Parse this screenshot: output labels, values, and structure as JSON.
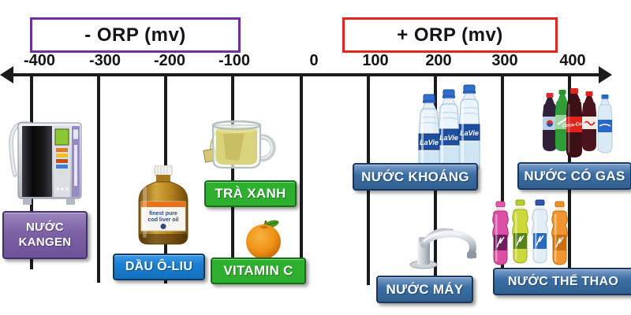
{
  "header": {
    "negative_label": "- ORP (mv)",
    "positive_label": "+ ORP (mv)"
  },
  "axis": {
    "ticks": [
      {
        "label": "-400"
      },
      {
        "label": "-300"
      },
      {
        "label": "-200"
      },
      {
        "label": "-100"
      },
      {
        "label": "0"
      },
      {
        "label": "100"
      },
      {
        "label": "200"
      },
      {
        "label": "300"
      },
      {
        "label": "400"
      }
    ]
  },
  "items": {
    "kangen": {
      "line1": "NƯỚC",
      "line2": "KANGEN"
    },
    "olive_oil": {
      "label": "DẦU Ô-LIU",
      "bottle_text_line1": "finest pure",
      "bottle_text_line2": "cod liver oil"
    },
    "green_tea": {
      "label": "TRÀ XANH"
    },
    "vitamin_c": {
      "label": "VITAMIN C"
    },
    "mineral_water": {
      "label": "NƯỚC KHOÁNG",
      "brand": "LaVie"
    },
    "tap_water": {
      "label": "NƯỚC MÁY"
    },
    "soda": {
      "label": "NƯỚC CÓ GAS",
      "brand": "Coca-Cola"
    },
    "sports_drink": {
      "label": "NƯỚC THỂ THAO"
    }
  },
  "colors": {
    "negative_box_border": "#7030a0",
    "positive_box_border": "#e2261f",
    "axis_and_lines": "#1b1b1b",
    "kangen_label": "#7c61a5",
    "olive_oil_label": "#1a7ed2",
    "green_label": "#2eb02e",
    "steel_blue_label": "#3a6ea5"
  }
}
